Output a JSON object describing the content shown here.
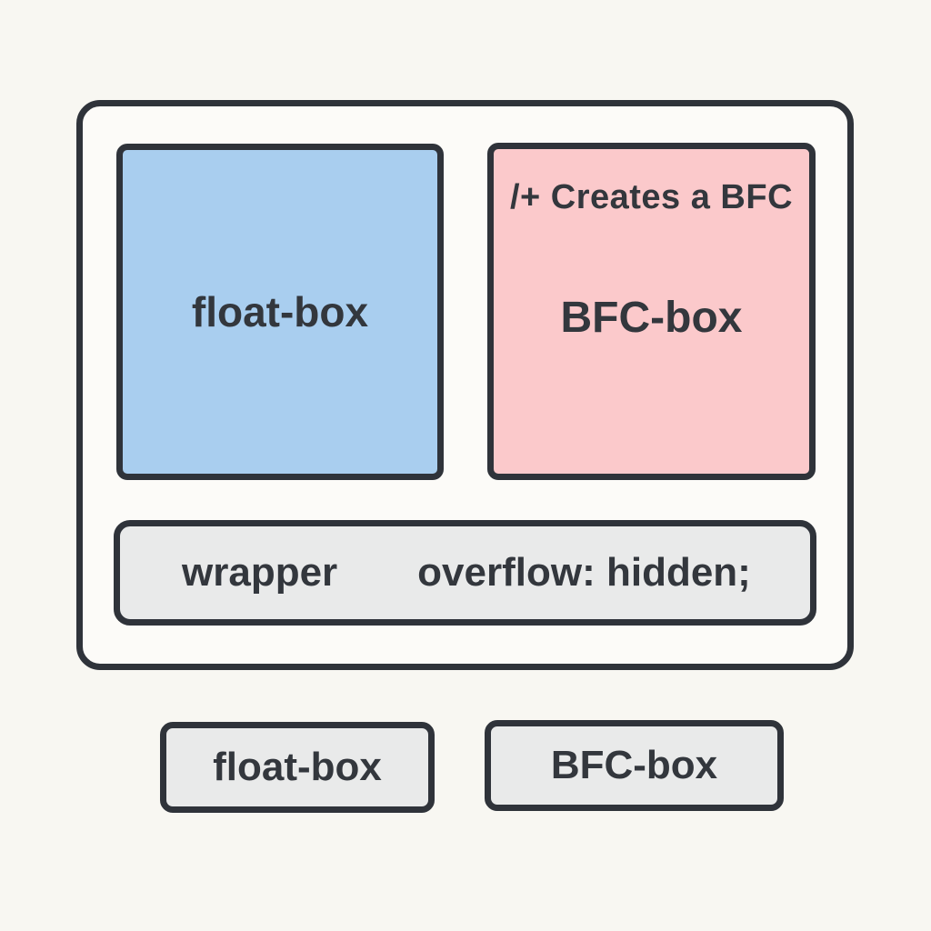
{
  "colors": {
    "background": "#f8f7f2",
    "outline": "#2f333a",
    "text": "#33373d",
    "outer_wrapper_fill": "#fcfbf8",
    "float_box_fill": "#a9ceef",
    "bfc_box_fill": "#fbc9cb",
    "bar_fill": "#e9eaea"
  },
  "diagram": {
    "wrapper_box": {
      "float_box": {
        "label": "float-box"
      },
      "bfc_box": {
        "comment": "/+ Creates a BFC",
        "label": "BFC-box"
      },
      "wrapper_bar": {
        "name_label": "wrapper",
        "css_label": "overflow: hidden;"
      }
    },
    "legend": {
      "float_box_label": "float-box",
      "bfc_box_label": "BFC-box"
    }
  }
}
